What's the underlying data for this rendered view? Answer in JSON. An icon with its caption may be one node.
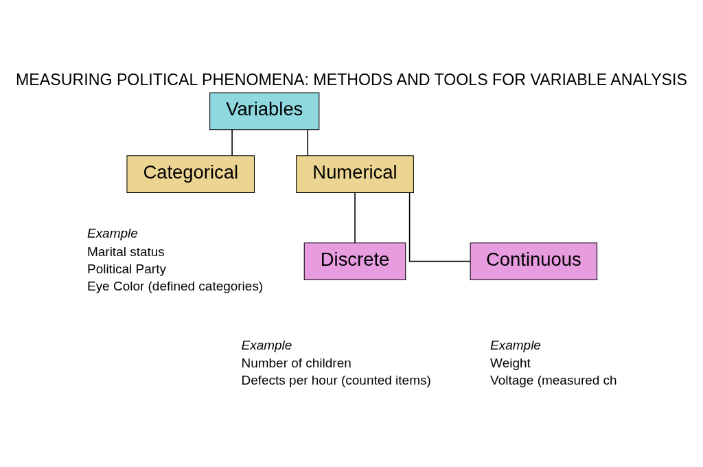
{
  "diagram": {
    "title": "MEASURING POLITICAL PHENOMENA: METHODS AND TOOLS FOR VARIABLE ANALYSIS",
    "nodes": [
      {
        "text": [
          "Variables"
        ]
      },
      {
        "text": [
          "Categorical"
        ],
        "beside": [
          "Example",
          "Marital status",
          "Political Party",
          "Eye Color (defined categories)"
        ]
      },
      {
        "text": [
          "Numerical"
        ]
      },
      {
        "text": [
          "Discrete"
        ],
        "beside": [
          "Example",
          "Number of children",
          "Defects per hour (counted items)"
        ]
      },
      {
        "text": [
          "Continuous"
        ],
        "beside": [
          "Example",
          "Weight",
          "Voltage (measured ch"
        ]
      }
    ],
    "edges": [
      {
        "from": 0,
        "to": 1,
        "arrow": "none"
      },
      {
        "from": 0,
        "to": 2,
        "arrow": "none"
      },
      {
        "from": 2,
        "to": 3,
        "arrow": "none"
      },
      {
        "from": 2,
        "to": 4,
        "arrow": "none"
      }
    ]
  }
}
